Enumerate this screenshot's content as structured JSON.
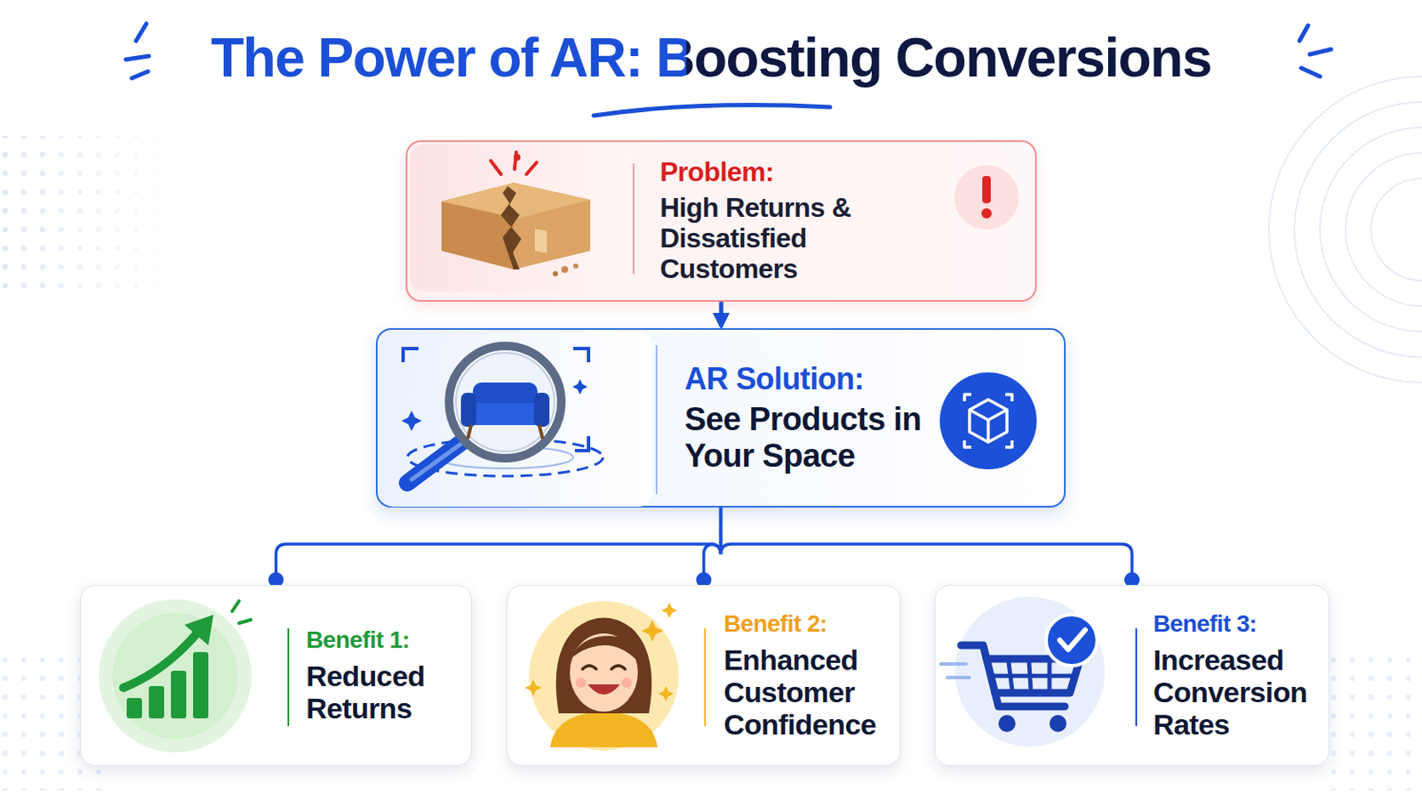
{
  "diagram": {
    "title": "The Power of AR: Boosting Conversions",
    "nodes": [
      {
        "text": [
          "Problem:",
          "High Returns & Dissatisfied Customers"
        ]
      },
      {
        "text": [
          "AR Solution:",
          "See Products in Your Space"
        ]
      },
      {
        "text": [
          "Benefit 1:",
          "Reduced Returns"
        ]
      },
      {
        "text": [
          "Benefit 2:",
          "Enhanced Customer Confidence"
        ]
      },
      {
        "text": [
          "Benefit 3:",
          "Increased Conversion Rates"
        ]
      }
    ],
    "edges": [
      {
        "from": 0,
        "to": 1,
        "arrow": "to"
      },
      {
        "from": 1,
        "to": 2,
        "arrow": "none"
      },
      {
        "from": 1,
        "to": 3,
        "arrow": "none"
      },
      {
        "from": 1,
        "to": 4,
        "arrow": "none"
      }
    ]
  }
}
